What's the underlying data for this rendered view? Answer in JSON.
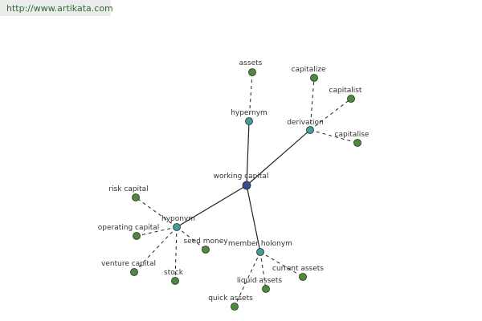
{
  "header": {
    "url": "http://www.artikata.com"
  },
  "colors": {
    "central": "#3a4a8e",
    "relation": "#4a9a9a",
    "leaf": "#4e8a3e",
    "edge": "#222222"
  },
  "graph": {
    "nodes": [
      {
        "id": "wc",
        "label": "working capital",
        "kind": "central"
      },
      {
        "id": "hyper",
        "label": "hypernym",
        "kind": "relation"
      },
      {
        "id": "deriv",
        "label": "derivation",
        "kind": "relation"
      },
      {
        "id": "hypo",
        "label": "hyponym",
        "kind": "relation"
      },
      {
        "id": "mholo",
        "label": "member holonym",
        "kind": "relation"
      },
      {
        "id": "assets",
        "label": "assets",
        "kind": "leaf"
      },
      {
        "id": "capitalize",
        "label": "capitalize",
        "kind": "leaf"
      },
      {
        "id": "capitalist",
        "label": "capitalist",
        "kind": "leaf"
      },
      {
        "id": "capitalise",
        "label": "capitalise",
        "kind": "leaf"
      },
      {
        "id": "risk",
        "label": "risk capital",
        "kind": "leaf"
      },
      {
        "id": "operating",
        "label": "operating capital",
        "kind": "leaf"
      },
      {
        "id": "venture",
        "label": "venture capital",
        "kind": "leaf"
      },
      {
        "id": "stock",
        "label": "stock",
        "kind": "leaf"
      },
      {
        "id": "seed",
        "label": "seed money",
        "kind": "leaf"
      },
      {
        "id": "current",
        "label": "current assets",
        "kind": "leaf"
      },
      {
        "id": "liquid",
        "label": "liquid assets",
        "kind": "leaf"
      },
      {
        "id": "quick",
        "label": "quick assets",
        "kind": "leaf"
      }
    ],
    "edges": [
      {
        "from": "wc",
        "to": "hyper",
        "style": "solid"
      },
      {
        "from": "wc",
        "to": "deriv",
        "style": "solid"
      },
      {
        "from": "wc",
        "to": "hypo",
        "style": "solid"
      },
      {
        "from": "wc",
        "to": "mholo",
        "style": "solid"
      },
      {
        "from": "hyper",
        "to": "assets",
        "style": "dashed"
      },
      {
        "from": "deriv",
        "to": "capitalize",
        "style": "dashed"
      },
      {
        "from": "deriv",
        "to": "capitalist",
        "style": "dashed"
      },
      {
        "from": "deriv",
        "to": "capitalise",
        "style": "dashed"
      },
      {
        "from": "hypo",
        "to": "risk",
        "style": "dashed"
      },
      {
        "from": "hypo",
        "to": "operating",
        "style": "dashed"
      },
      {
        "from": "hypo",
        "to": "venture",
        "style": "dashed"
      },
      {
        "from": "hypo",
        "to": "stock",
        "style": "dashed"
      },
      {
        "from": "hypo",
        "to": "seed",
        "style": "dashed"
      },
      {
        "from": "mholo",
        "to": "current",
        "style": "dashed"
      },
      {
        "from": "mholo",
        "to": "liquid",
        "style": "dashed"
      },
      {
        "from": "mholo",
        "to": "quick",
        "style": "dashed"
      }
    ]
  }
}
